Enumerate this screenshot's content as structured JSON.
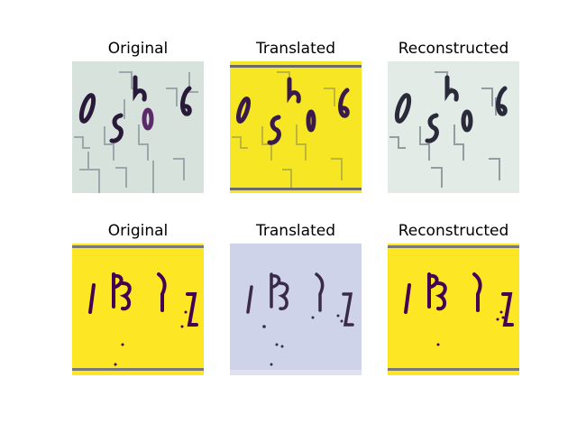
{
  "figure": {
    "rows": [
      {
        "panels": [
          {
            "title": "Original",
            "background": "#d8e2dc",
            "ink": "#2a1a3a"
          },
          {
            "title": "Translated",
            "background": "#f6e624",
            "ink": "#3a1a4a"
          },
          {
            "title": "Reconstructed",
            "background": "#e2ebe6",
            "ink": "#2a2a3a"
          }
        ]
      },
      {
        "panels": [
          {
            "title": "Original",
            "background": "#fde725",
            "ink": "#440154"
          },
          {
            "title": "Translated",
            "background": "#cfd3ea",
            "ink": "#3a2a4a"
          },
          {
            "title": "Reconstructed",
            "background": "#fde725",
            "ink": "#440154"
          }
        ]
      }
    ]
  }
}
